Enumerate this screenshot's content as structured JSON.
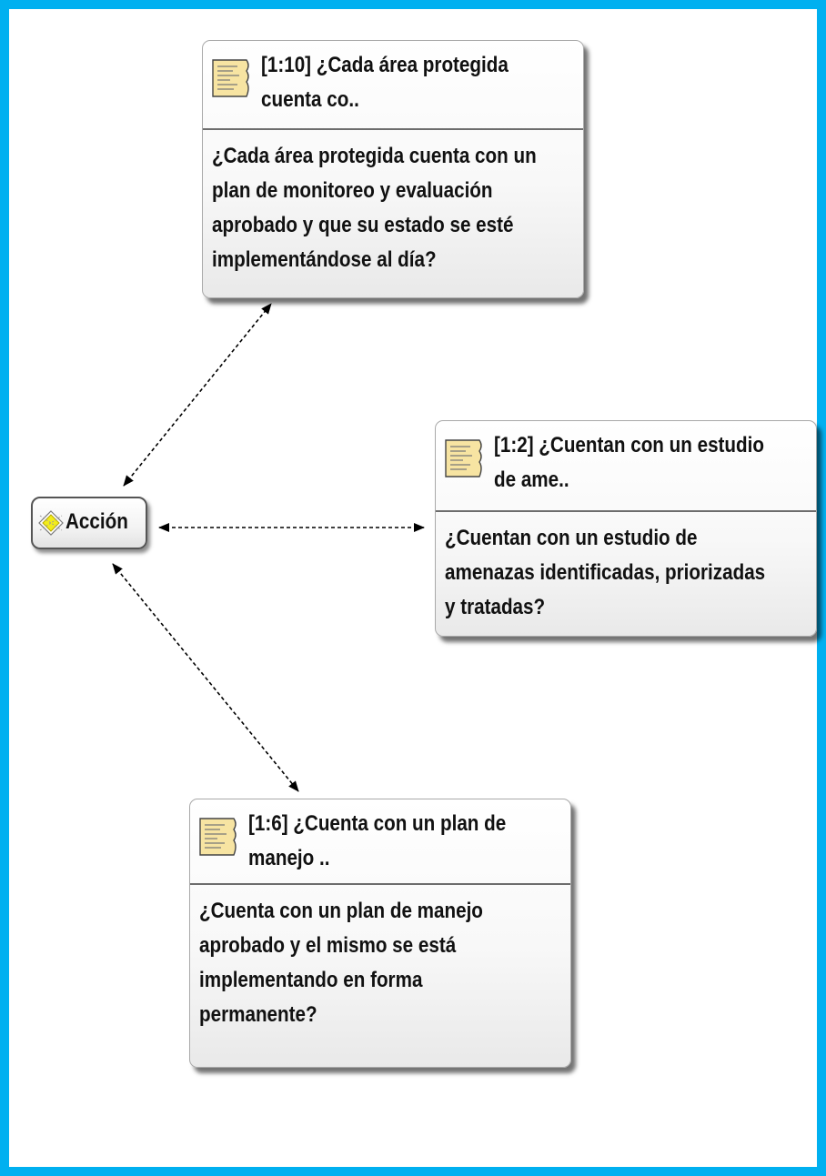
{
  "code": {
    "label": "Acción",
    "icon": "code-diamond-icon"
  },
  "quotations": [
    {
      "title": "[1:10] ¿Cada área protegida cuenta co..",
      "title_lines": [
        "[1:10] ¿Cada área protegida",
        "cuenta co.."
      ],
      "body_lines": [
        "¿Cada área protegida cuenta con un",
        "plan de monitoreo y evaluación",
        "aprobado y que su estado se esté",
        "implementándose al día?"
      ],
      "icon": "quotation-document-icon"
    },
    {
      "title": "[1:2] ¿Cuentan con un estudio de ame..",
      "title_lines": [
        "[1:2] ¿Cuentan con un estudio",
        "de ame.."
      ],
      "body_lines": [
        "¿Cuentan con un estudio de",
        "amenazas identificadas, priorizadas",
        "y tratadas?"
      ],
      "icon": "quotation-document-icon"
    },
    {
      "title": "[1:6] ¿Cuenta con un plan de manejo ..",
      "title_lines": [
        "[1:6] ¿Cuenta con un plan de",
        "manejo .."
      ],
      "body_lines": [
        "¿Cuenta con un plan de manejo",
        "aprobado y el mismo se está",
        "implementando en forma",
        "permanente?"
      ],
      "icon": "quotation-document-icon"
    }
  ],
  "colors": {
    "frame": "#00b0f0",
    "link": "#000000",
    "icon_fill": "#f7e4a2"
  }
}
